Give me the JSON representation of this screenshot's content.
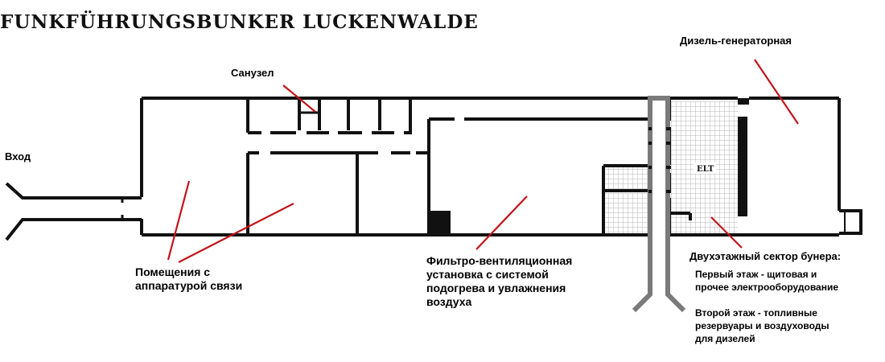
{
  "title": "FUNKFÜHRUNGSBUNKER LUCKENWALDE",
  "labels": {
    "entrance": "Вход",
    "restroom": "Санузел",
    "diesel_room": "Дизель-генераторная",
    "comm_rooms": [
      "Помещения с",
      "аппаратурой связи"
    ],
    "filter_vent": [
      "Фильтро-вентиляционная",
      "установка с системой",
      "подогрева и увлажнения",
      "воздуха"
    ],
    "two_floor_title": "Двухэтажный сектор бунера:",
    "first_floor": [
      "Первый этаж - щитовая и",
      "прочее электрооборудование"
    ],
    "second_floor": [
      "Второй этаж - топливные",
      "резервуары и воздуховоды",
      "для дизелей"
    ],
    "elt": "ELT"
  },
  "colors": {
    "walls": "#111111",
    "pointer": "#c0141a",
    "grid": "#b5b5b5",
    "corridor": "#7a7a7a"
  }
}
